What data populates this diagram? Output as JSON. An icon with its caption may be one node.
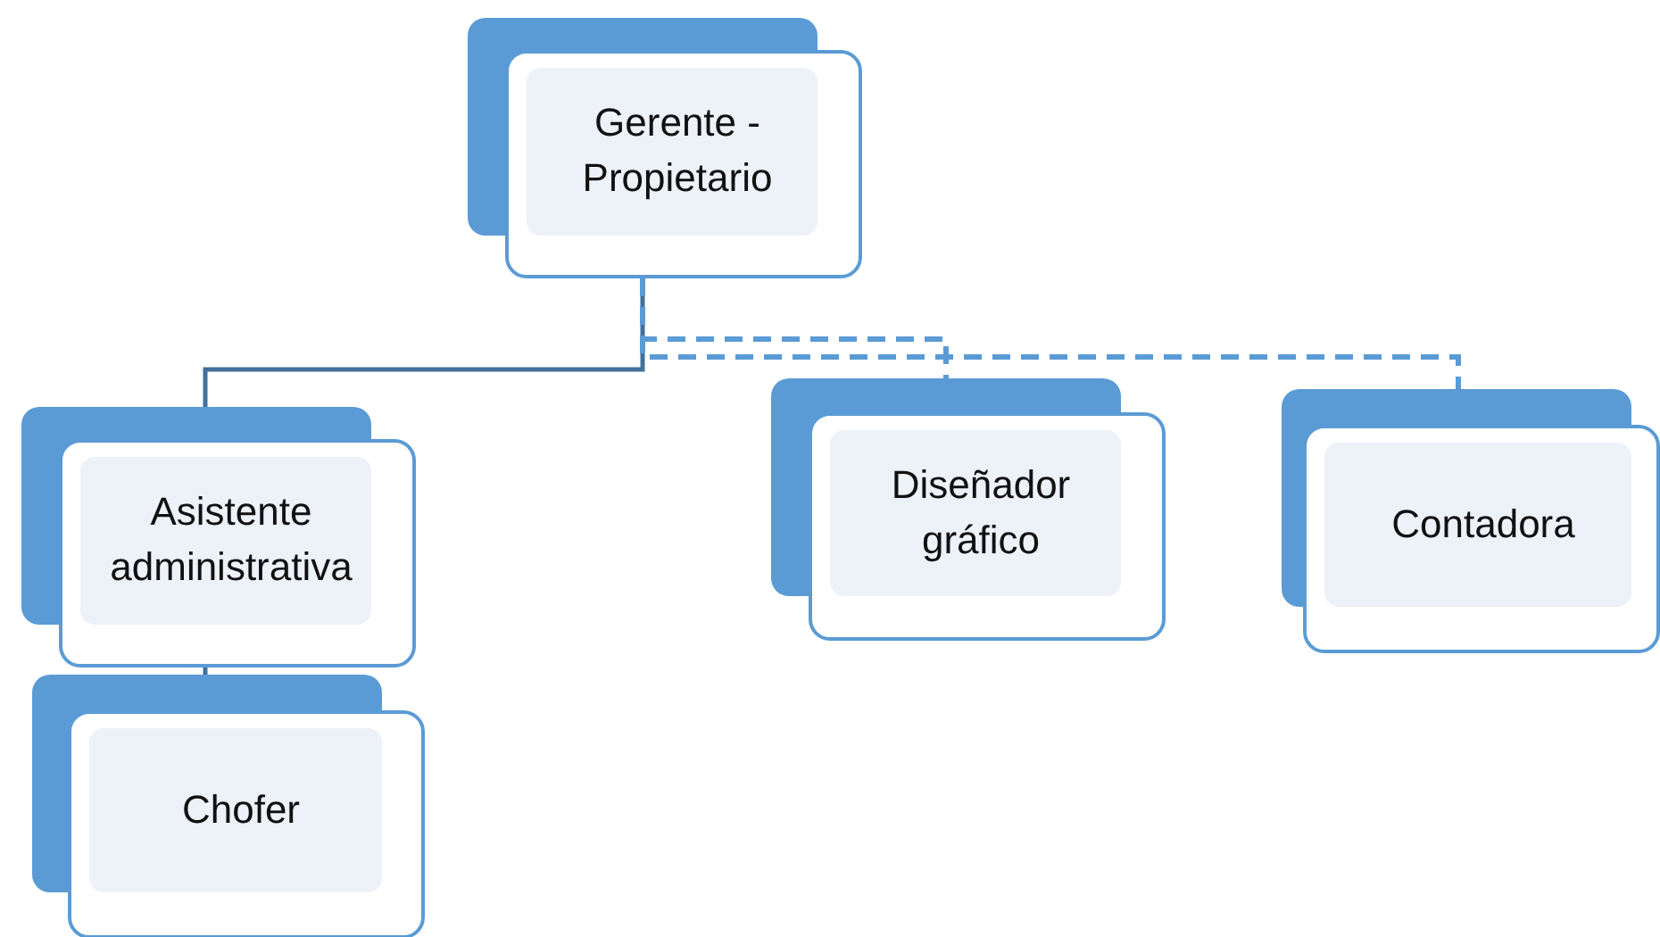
{
  "diagram": {
    "nodes": [
      {
        "text": [
          "Gerente - Propietario"
        ]
      },
      {
        "text": [
          "Asistente administrativa"
        ]
      },
      {
        "text": [
          "Chofer"
        ]
      },
      {
        "text": [
          "Diseñador gráfico"
        ]
      },
      {
        "text": [
          "Contadora"
        ]
      }
    ],
    "edges": [
      {
        "from": 0,
        "to": 1,
        "arrow": "none"
      },
      {
        "from": 0,
        "to": 3,
        "arrow": "none",
        "style": "dashed"
      },
      {
        "from": 0,
        "to": 4,
        "arrow": "none",
        "style": "dashed"
      },
      {
        "from": 1,
        "to": 2,
        "arrow": "none"
      }
    ]
  }
}
